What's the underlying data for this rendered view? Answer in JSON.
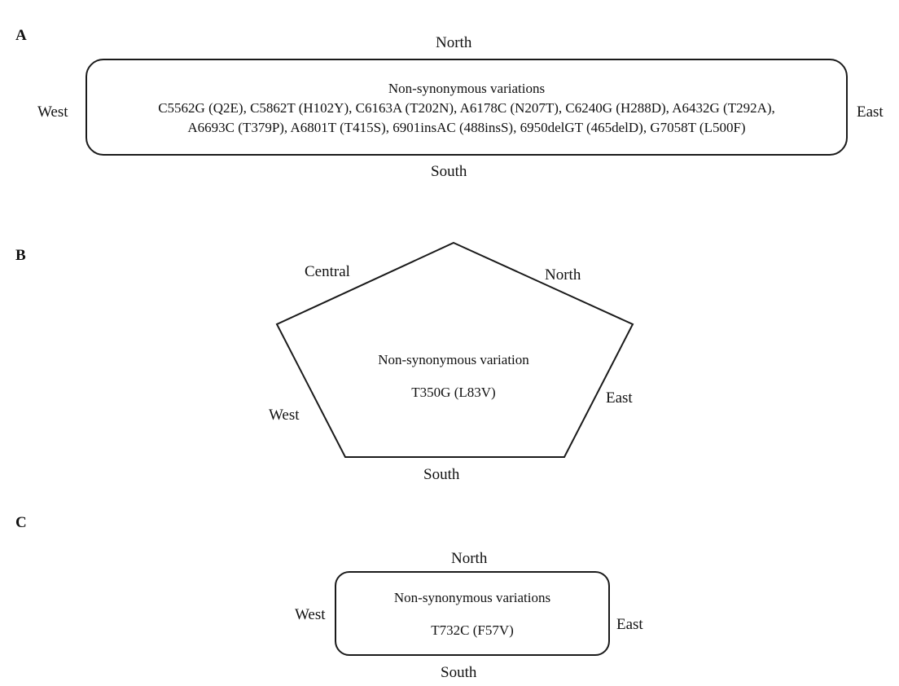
{
  "panels": {
    "a": {
      "letter": "A",
      "north": "North",
      "south": "South",
      "east": "East",
      "west": "West",
      "heading": "Non-synonymous variations",
      "line1": "C5562G (Q2E), C5862T (H102Y), C6163A (T202N), A6178C (N207T), C6240G (H288D), A6432G (T292A),",
      "line2": "A6693C (T379P), A6801T (T415S), 6901insAC (488insS), 6950delGT (465delD), G7058T (L500F)"
    },
    "b": {
      "letter": "B",
      "central": "Central",
      "north": "North",
      "east": "East",
      "west": "West",
      "south": "South",
      "heading": "Non-synonymous variation",
      "variation": "T350G (L83V)"
    },
    "c": {
      "letter": "C",
      "north": "North",
      "south": "South",
      "east": "East",
      "west": "West",
      "heading": "Non-synonymous variations",
      "variation": "T732C (F57V)"
    }
  }
}
